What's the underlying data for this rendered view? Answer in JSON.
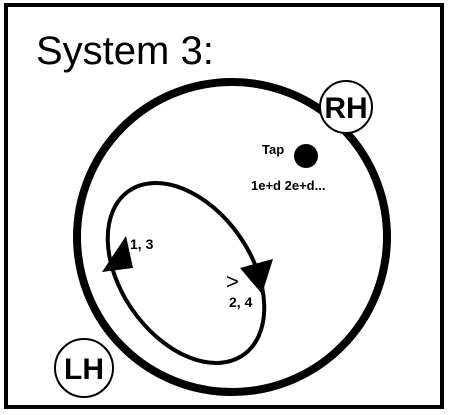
{
  "title": "System 3:",
  "right_hand_label": "RH",
  "left_hand_label": "LH",
  "tap_label": "Tap",
  "count_text": "1e+d 2e+d...",
  "loop_label_left": "1, 3",
  "loop_label_right": "2, 4",
  "accent_mark": ">",
  "colors": {
    "ink": "#000000",
    "background": "#ffffff"
  }
}
